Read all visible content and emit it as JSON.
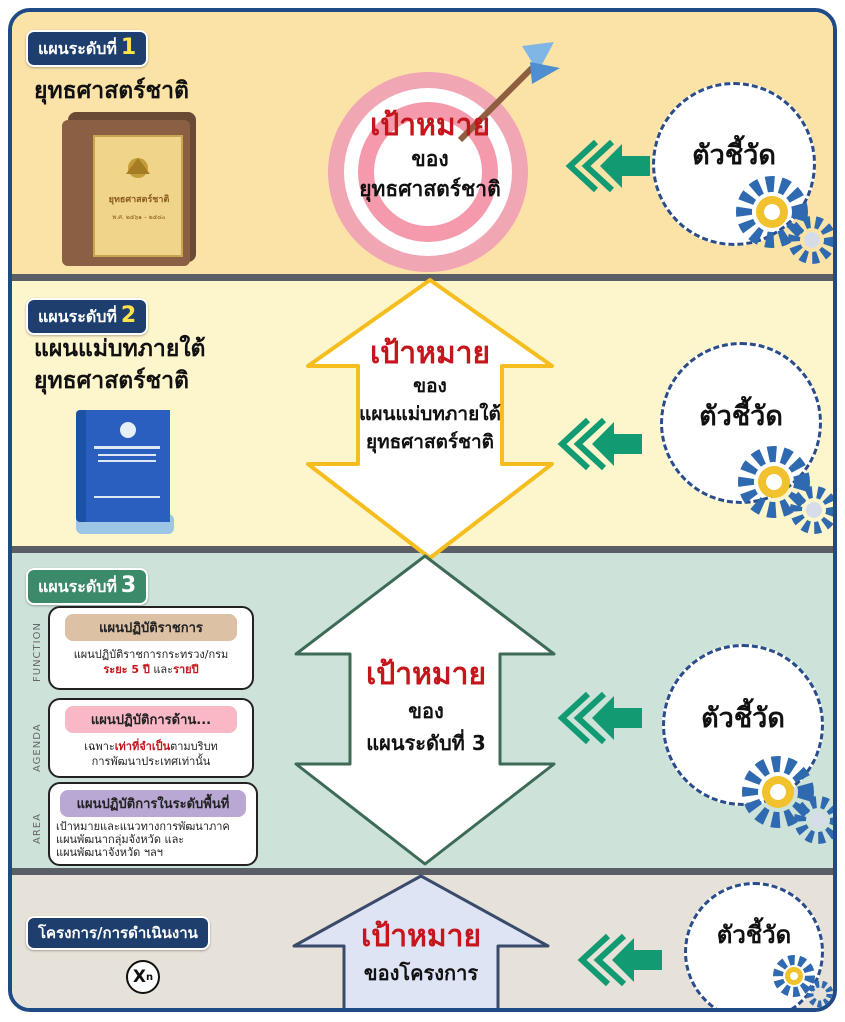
{
  "colors": {
    "frame": "#1e4a86",
    "band1": "#fbe3a8",
    "band2": "#fdf5cc",
    "band3": "#cde3da",
    "band4": "#e6e2d9",
    "accent_red": "#c4161c",
    "arrow_green": "#129a73"
  },
  "level1": {
    "tag": "แผนระดับที่",
    "tag_num": "1",
    "title": "ยุทธศาสตร์ชาติ",
    "book_title": "ยุทธศาสตร์ชาติ",
    "book_years": "พ.ศ. ๒๕๖๑ – ๒๕๘๐",
    "target_head": "เป้าหมาย",
    "target_line1": "ของ",
    "target_line2": "ยุทธศาสตร์ชาติ",
    "indicator": "ตัวชี้วัด"
  },
  "level2": {
    "tag": "แผนระดับที่",
    "tag_num": "2",
    "title_line1": "แผนแม่บทภายใต้",
    "title_line2": "ยุทธศาสตร์ชาติ",
    "target_head": "เป้าหมาย",
    "target_line1": "ของ",
    "target_line2": "แผนแม่บทภายใต้",
    "target_line3": "ยุทธศาสตร์ชาติ",
    "indicator": "ตัวชี้วัด"
  },
  "level3": {
    "tag": "แผนระดับที่",
    "tag_num": "3",
    "cards": [
      {
        "side": "FUNCTION",
        "head": "แผนปฏิบัติราชการ",
        "body1": "แผนปฏิบัติราชการกระทรวง/กรม",
        "body2_red1": "ระยะ 5 ปี",
        "body2_mid": " และ",
        "body2_red2": "รายปี"
      },
      {
        "side": "AGENDA",
        "head": "แผนปฏิบัติการด้าน...",
        "body1_pre": "เฉพาะ",
        "body1_red": "เท่าที่จำเป็น",
        "body1_post": "ตามบริบท",
        "body2": "การพัฒนาประเทศเท่านั้น"
      },
      {
        "side": "AREA",
        "head": "แผนปฏิบัติการในระดับพื้นที่",
        "body1": "เป้าหมายและแนวทางการพัฒนาภาค",
        "body2": "แผนพัฒนากลุ่มจังหวัด และ",
        "body3": "แผนพัฒนาจังหวัด ฯลฯ"
      }
    ],
    "target_head": "เป้าหมาย",
    "target_line1": "ของ",
    "target_line2": "แผนระดับที่ 3",
    "indicator": "ตัวชี้วัด"
  },
  "level4": {
    "tag": "โครงการ/การดำเนินงาน",
    "xn": "X",
    "xn_sub": "n",
    "target_head": "เป้าหมาย",
    "target_line1": "ของโครงการ",
    "indicator": "ตัวชี้วัด"
  }
}
